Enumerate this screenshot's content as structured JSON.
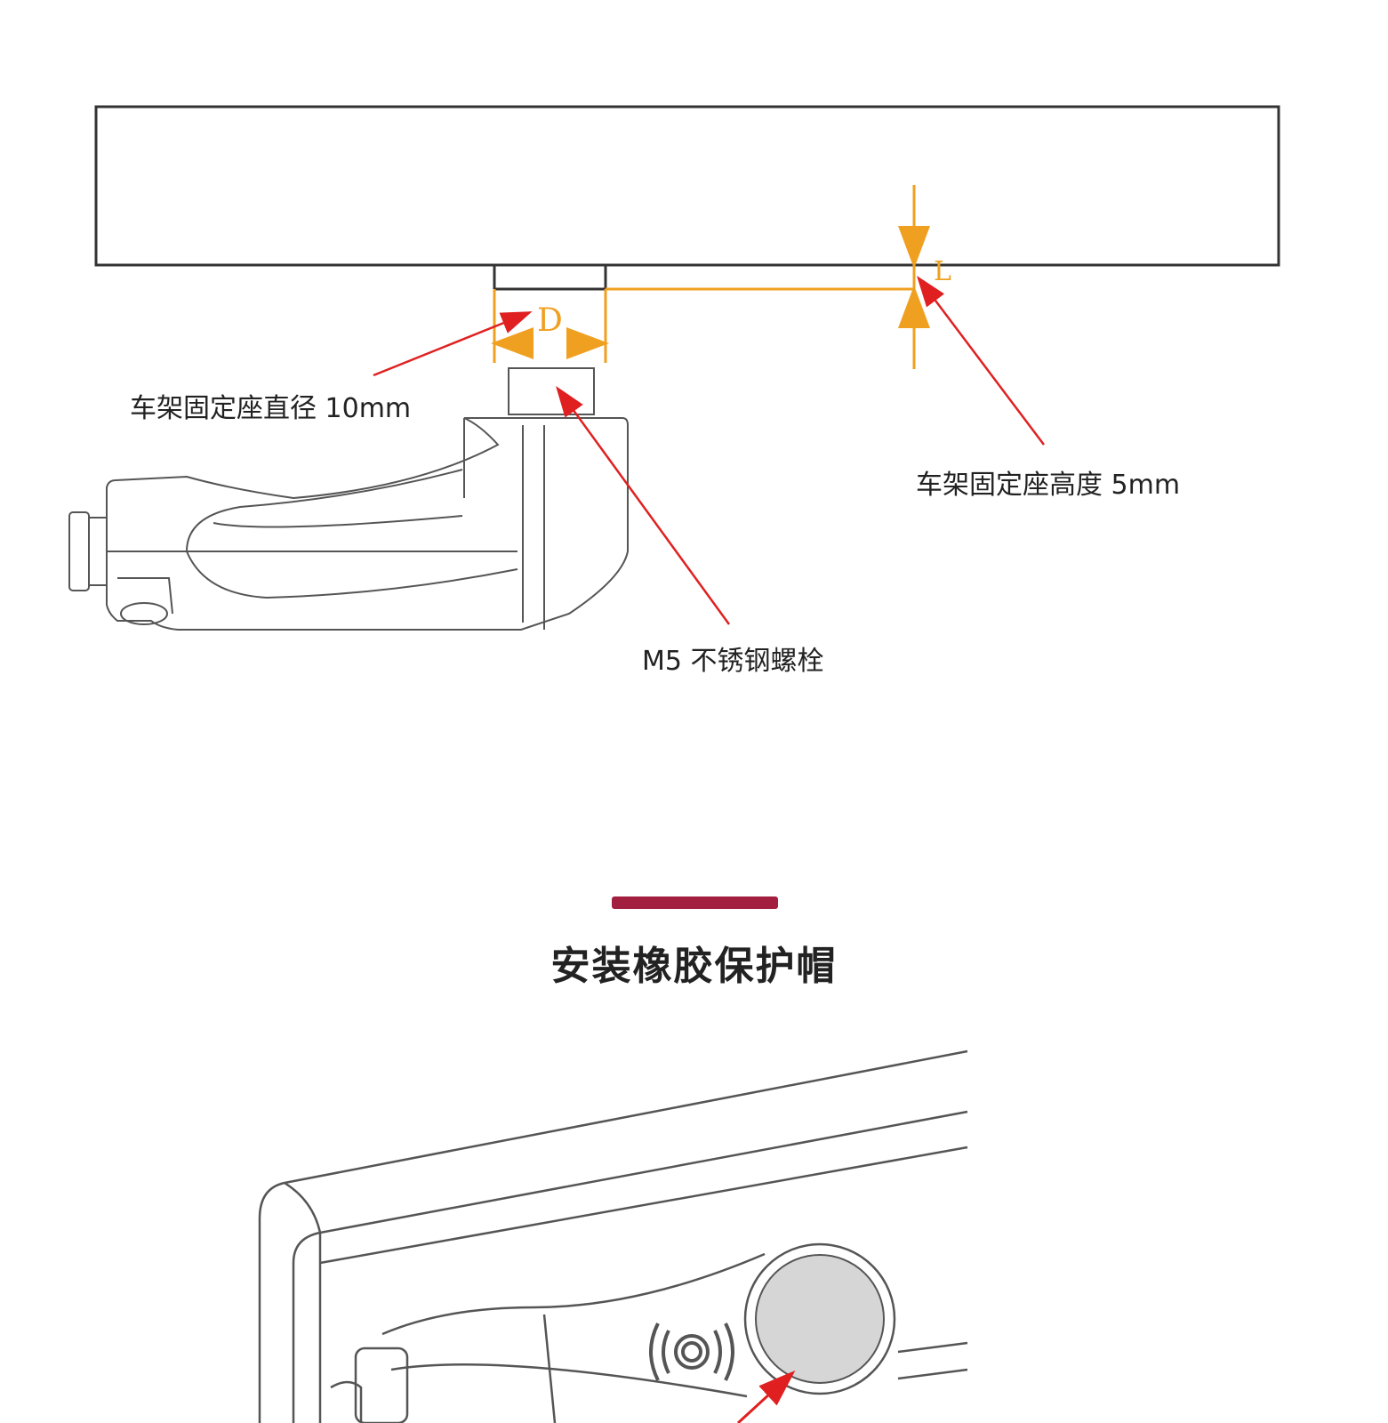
{
  "diagram1": {
    "dim_d": "D",
    "dim_l": "L",
    "label_diameter": "车架固定座直径 10mm",
    "label_height": "车架固定座高度  5mm",
    "label_bolt": "M5  不锈钢螺栓"
  },
  "section": {
    "title": "安装橡胶保护帽"
  },
  "colors": {
    "accent_bar": "#a21f3f",
    "dimension": "#f0a020",
    "arrow": "#e02020",
    "line": "#333333"
  }
}
